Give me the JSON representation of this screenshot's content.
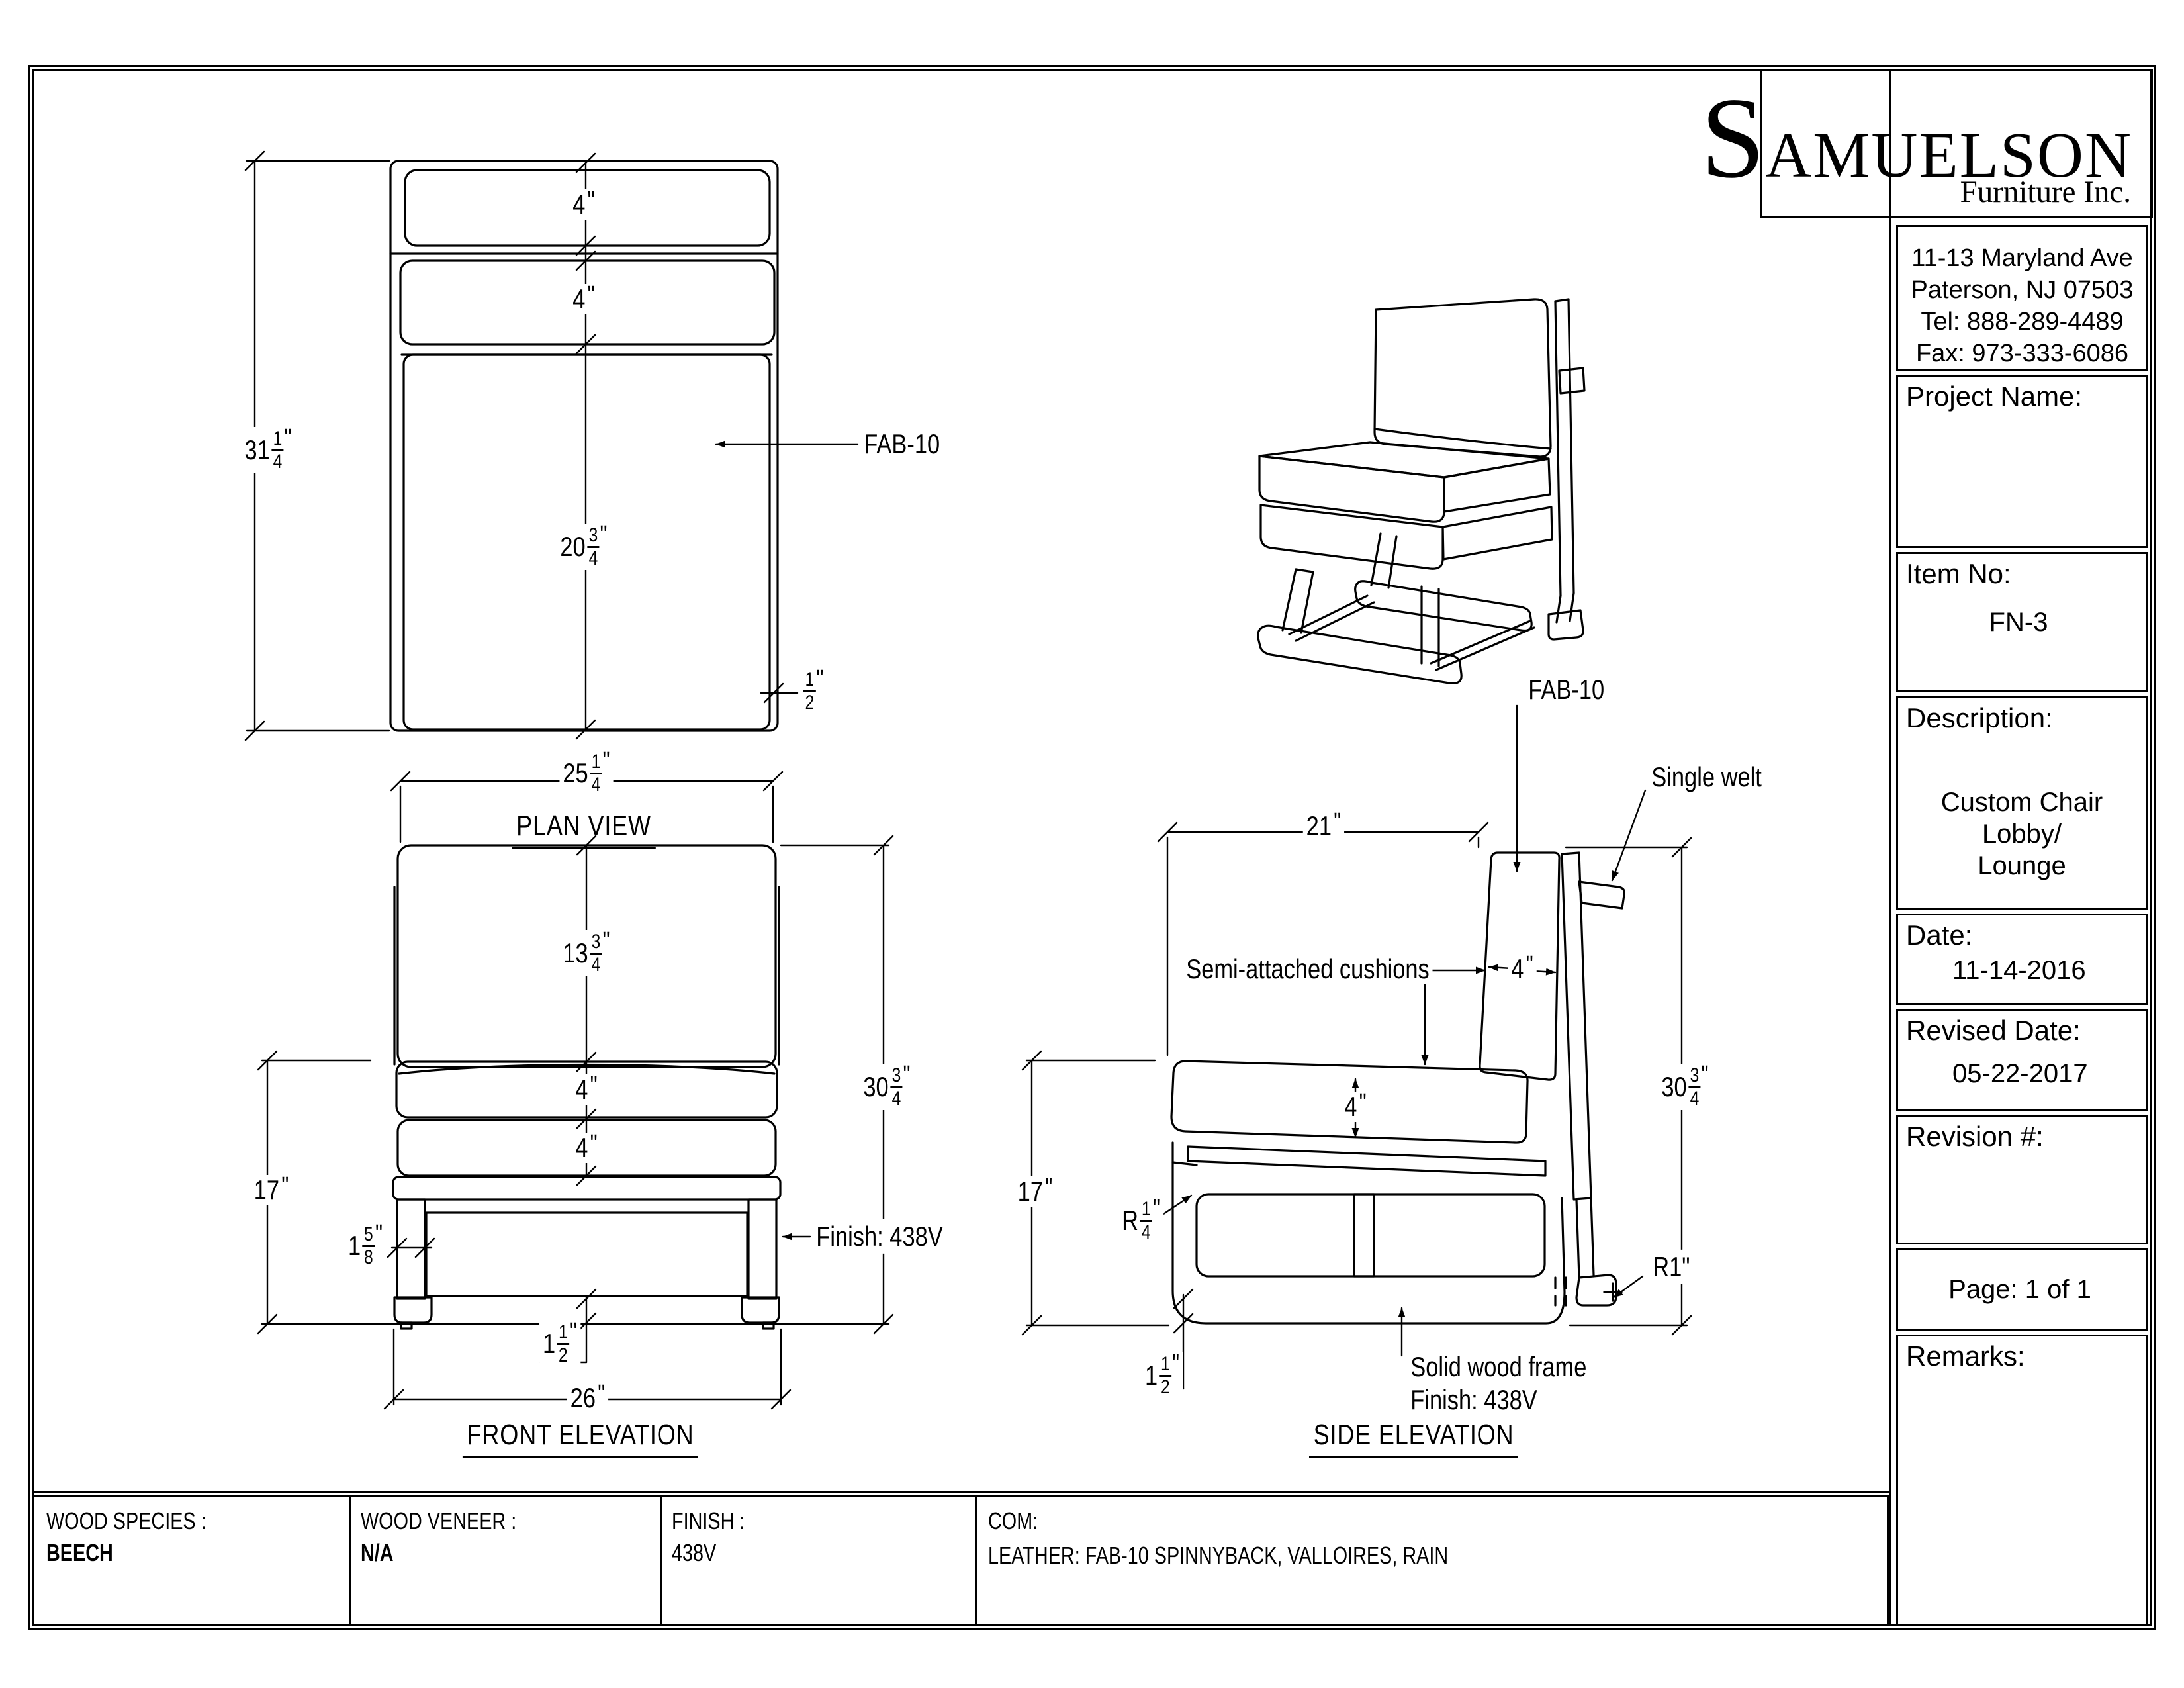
{
  "logo": {
    "initial": "S",
    "rest": "AMUELSON",
    "subtitle": "Furniture Inc."
  },
  "header": {
    "address1": "11-13 Maryland Ave",
    "address2": "Paterson, NJ 07503",
    "tel": "Tel: 888-289-4489",
    "fax": "Fax: 973-333-6086"
  },
  "titleblock": {
    "project_label": "Project Name:",
    "item_label": "Item No:",
    "item_value": "FN-3",
    "desc_label": "Description:",
    "desc_line1": "Custom Chair",
    "desc_line2": "Lobby/ Lounge",
    "date_label": "Date:",
    "date_value": "11-14-2016",
    "revised_label": "Revised Date:",
    "revised_value": "05-22-2017",
    "revision_label": "Revision #:",
    "page_text": "Page: 1 of 1",
    "remarks_label": "Remarks:"
  },
  "materials": {
    "species_label": "WOOD SPECIES :",
    "species_value": "BEECH",
    "veneer_label": "WOOD VENEER :",
    "veneer_value": "N/A",
    "finish_label": "FINISH :",
    "finish_value": "438V",
    "com_label": "COM:",
    "com_value": "LEATHER: FAB-10 SPINNYBACK, VALLOIRES, RAIN"
  },
  "plan": {
    "title": "PLAN VIEW",
    "overall": {
      "w": "31",
      "n": "1",
      "d": "4",
      "u": "\""
    },
    "rail": {
      "w": "4",
      "n": "",
      "d": "",
      "u": "\""
    },
    "cushion": {
      "w": "4",
      "n": "",
      "d": "",
      "u": "\""
    },
    "depth": {
      "w": "20",
      "n": "3",
      "d": "4",
      "u": "\""
    },
    "reveal": {
      "w": "",
      "n": "1",
      "d": "2",
      "u": "\""
    },
    "fabric": "FAB-10"
  },
  "front": {
    "title": "FRONT ELEVATION",
    "width": {
      "w": "25",
      "n": "1",
      "d": "4",
      "u": "\""
    },
    "back_h": {
      "w": "13",
      "n": "3",
      "d": "4",
      "u": "\""
    },
    "seat_t": {
      "w": "4",
      "n": "",
      "d": "",
      "u": "\""
    },
    "base_t": {
      "w": "4",
      "n": "",
      "d": "",
      "u": "\""
    },
    "seat_h": {
      "w": "17",
      "n": "",
      "d": "",
      "u": "\""
    },
    "leg_w": {
      "w": "1",
      "n": "5",
      "d": "8",
      "u": "\""
    },
    "overall_h": {
      "w": "30",
      "n": "3",
      "d": "4",
      "u": "\""
    },
    "finish_note": "Finish: 438V",
    "foot_h": {
      "w": "1",
      "n": "1",
      "d": "2",
      "u": "\""
    },
    "base_w": {
      "w": "26",
      "n": "",
      "d": "",
      "u": "\""
    }
  },
  "side": {
    "title": "SIDE ELEVATION",
    "fabric": "FAB-10",
    "welt": "Single welt",
    "depth": {
      "w": "21",
      "n": "",
      "d": "",
      "u": "\""
    },
    "cushion_note": "Semi-attached cushions",
    "back_t": {
      "w": "4",
      "n": "",
      "d": "",
      "u": "\""
    },
    "seat_t": {
      "w": "4",
      "n": "",
      "d": "",
      "u": "\""
    },
    "seat_h": {
      "w": "17",
      "n": "",
      "d": "",
      "u": "\""
    },
    "overall_h": {
      "w": "30",
      "n": "3",
      "d": "4",
      "u": "\""
    },
    "r_corner": {
      "w": "R",
      "n": "1",
      "d": "4",
      "u": "\""
    },
    "r_foot": "R1\"",
    "foot_h": {
      "w": "1",
      "n": "1",
      "d": "2",
      "u": "\""
    },
    "frame_note1": "Solid wood frame",
    "frame_note2": "Finish: 438V"
  }
}
